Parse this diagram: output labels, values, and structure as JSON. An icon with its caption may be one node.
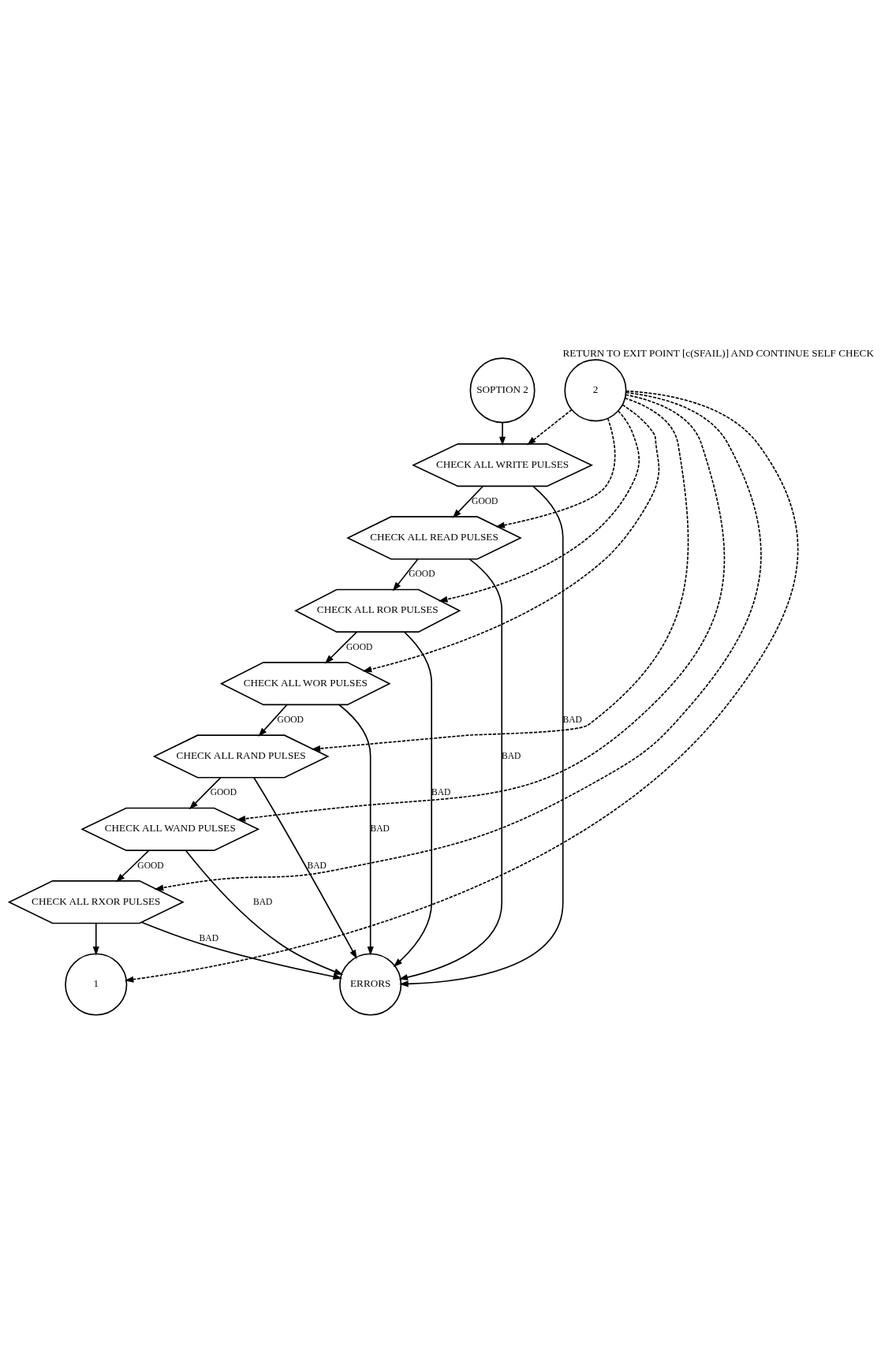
{
  "diagram": {
    "nodes": [
      {
        "text": [
          "SOPTION 2"
        ]
      },
      {
        "text": [
          "2"
        ],
        "beside": [
          "RETURN TO EXIT POINT [c(SFAIL)] AND CONTINUE SELF CHECK"
        ]
      },
      {
        "text": [
          "CHECK ALL WRITE PULSES"
        ]
      },
      {
        "text": [
          "CHECK ALL READ PULSES"
        ]
      },
      {
        "text": [
          "CHECK ALL ROR PULSES"
        ]
      },
      {
        "text": [
          "CHECK ALL WOR PULSES"
        ]
      },
      {
        "text": [
          "CHECK ALL RAND PULSES"
        ]
      },
      {
        "text": [
          "CHECK ALL WAND PULSES"
        ]
      },
      {
        "text": [
          "CHECK ALL RXOR PULSES"
        ]
      },
      {
        "text": [
          "ERRORS"
        ]
      },
      {
        "text": [
          "1"
        ]
      }
    ],
    "edges": [
      {
        "from": 0,
        "to": 2,
        "arrow": "to"
      },
      {
        "from": 2,
        "to": 3,
        "arrow": "to",
        "label": "GOOD"
      },
      {
        "from": 3,
        "to": 4,
        "arrow": "to",
        "label": "GOOD"
      },
      {
        "from": 4,
        "to": 5,
        "arrow": "to",
        "label": "GOOD"
      },
      {
        "from": 5,
        "to": 6,
        "arrow": "to",
        "label": "GOOD"
      },
      {
        "from": 6,
        "to": 7,
        "arrow": "to",
        "label": "GOOD"
      },
      {
        "from": 7,
        "to": 8,
        "arrow": "to",
        "label": "GOOD"
      },
      {
        "from": 8,
        "to": 10,
        "arrow": "to"
      },
      {
        "from": 2,
        "to": 9,
        "arrow": "to",
        "label": "BAD"
      },
      {
        "from": 3,
        "to": 9,
        "arrow": "to",
        "label": "BAD"
      },
      {
        "from": 4,
        "to": 9,
        "arrow": "to",
        "label": "BAD"
      },
      {
        "from": 5,
        "to": 9,
        "arrow": "to",
        "label": "BAD"
      },
      {
        "from": 6,
        "to": 9,
        "arrow": "to",
        "label": "BAD"
      },
      {
        "from": 7,
        "to": 9,
        "arrow": "to",
        "label": "BAD"
      },
      {
        "from": 8,
        "to": 9,
        "arrow": "to",
        "label": "BAD"
      },
      {
        "from": 1,
        "to": 2,
        "arrow": "to",
        "style": "dashed"
      },
      {
        "from": 1,
        "to": 3,
        "arrow": "to",
        "style": "dashed"
      },
      {
        "from": 1,
        "to": 4,
        "arrow": "to",
        "style": "dashed"
      },
      {
        "from": 1,
        "to": 5,
        "arrow": "to",
        "style": "dashed"
      },
      {
        "from": 1,
        "to": 6,
        "arrow": "to",
        "style": "dashed"
      },
      {
        "from": 1,
        "to": 7,
        "arrow": "to",
        "style": "dashed"
      },
      {
        "from": 1,
        "to": 8,
        "arrow": "to",
        "style": "dashed"
      },
      {
        "from": 1,
        "to": 10,
        "arrow": "to",
        "style": "dashed"
      }
    ]
  }
}
